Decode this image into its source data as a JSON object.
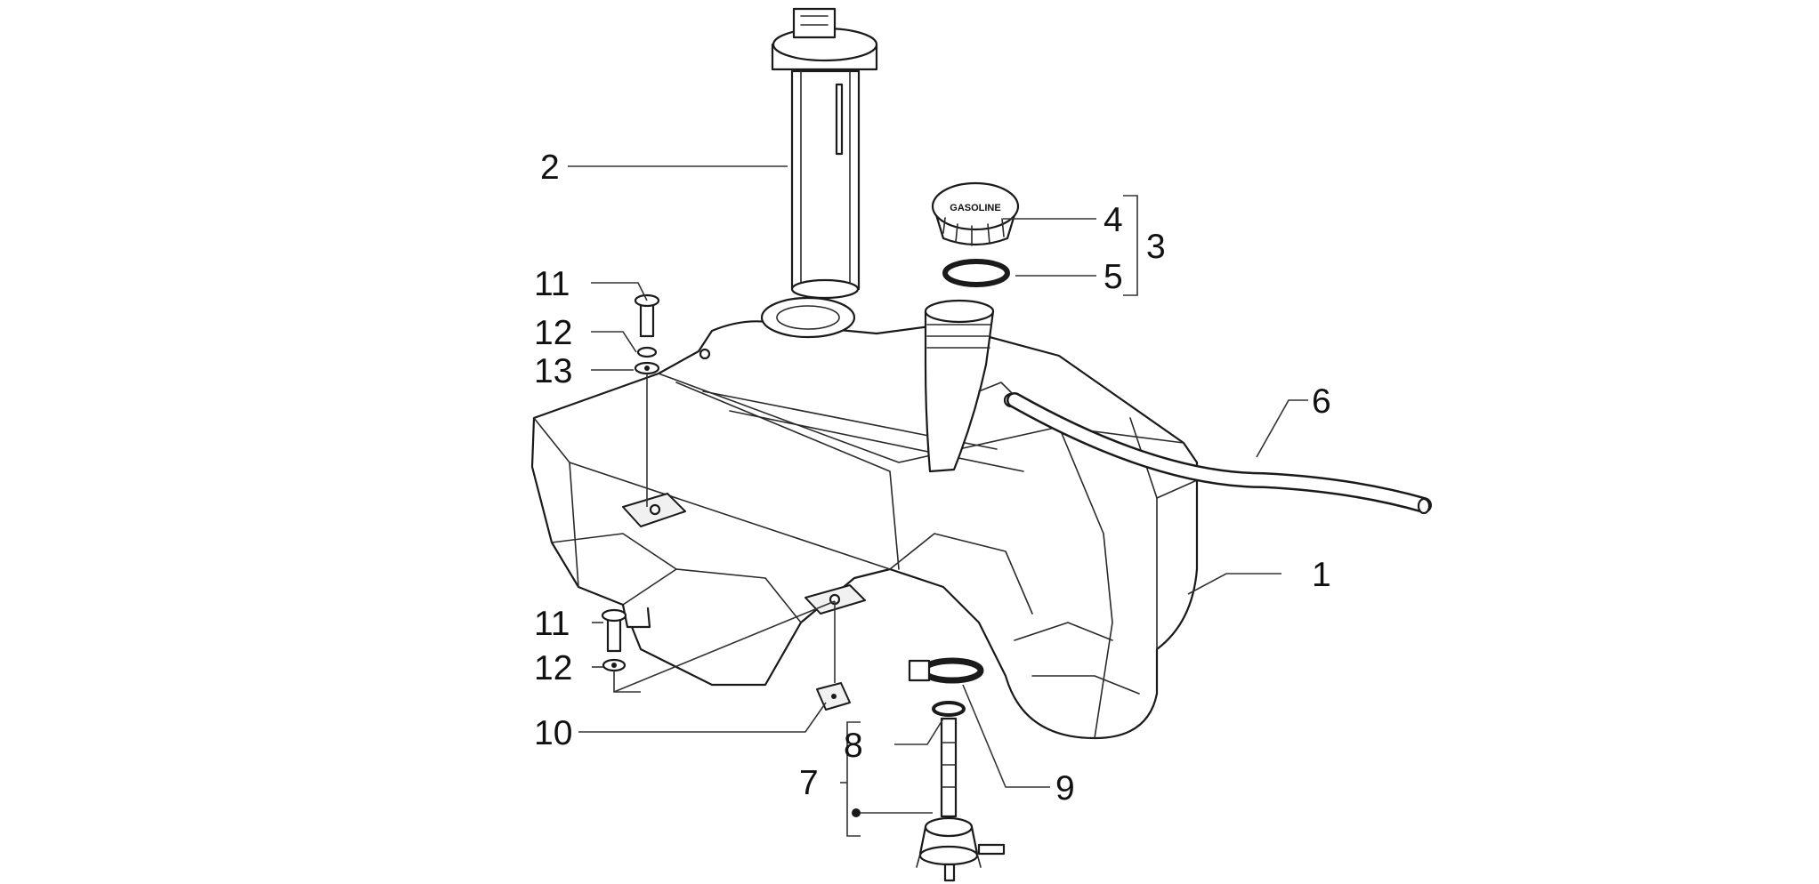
{
  "diagram": {
    "callouts": [
      {
        "id": "1",
        "label": "1"
      },
      {
        "id": "2",
        "label": "2"
      },
      {
        "id": "3",
        "label": "3"
      },
      {
        "id": "4",
        "label": "4"
      },
      {
        "id": "5",
        "label": "5"
      },
      {
        "id": "6",
        "label": "6"
      },
      {
        "id": "7",
        "label": "7"
      },
      {
        "id": "8",
        "label": "8"
      },
      {
        "id": "9",
        "label": "9"
      },
      {
        "id": "10",
        "label": "10"
      },
      {
        "id": "11a",
        "label": "11"
      },
      {
        "id": "12a",
        "label": "12"
      },
      {
        "id": "13",
        "label": "13"
      },
      {
        "id": "11b",
        "label": "11"
      },
      {
        "id": "12b",
        "label": "12"
      }
    ],
    "cap_text": "GASOLINE"
  }
}
